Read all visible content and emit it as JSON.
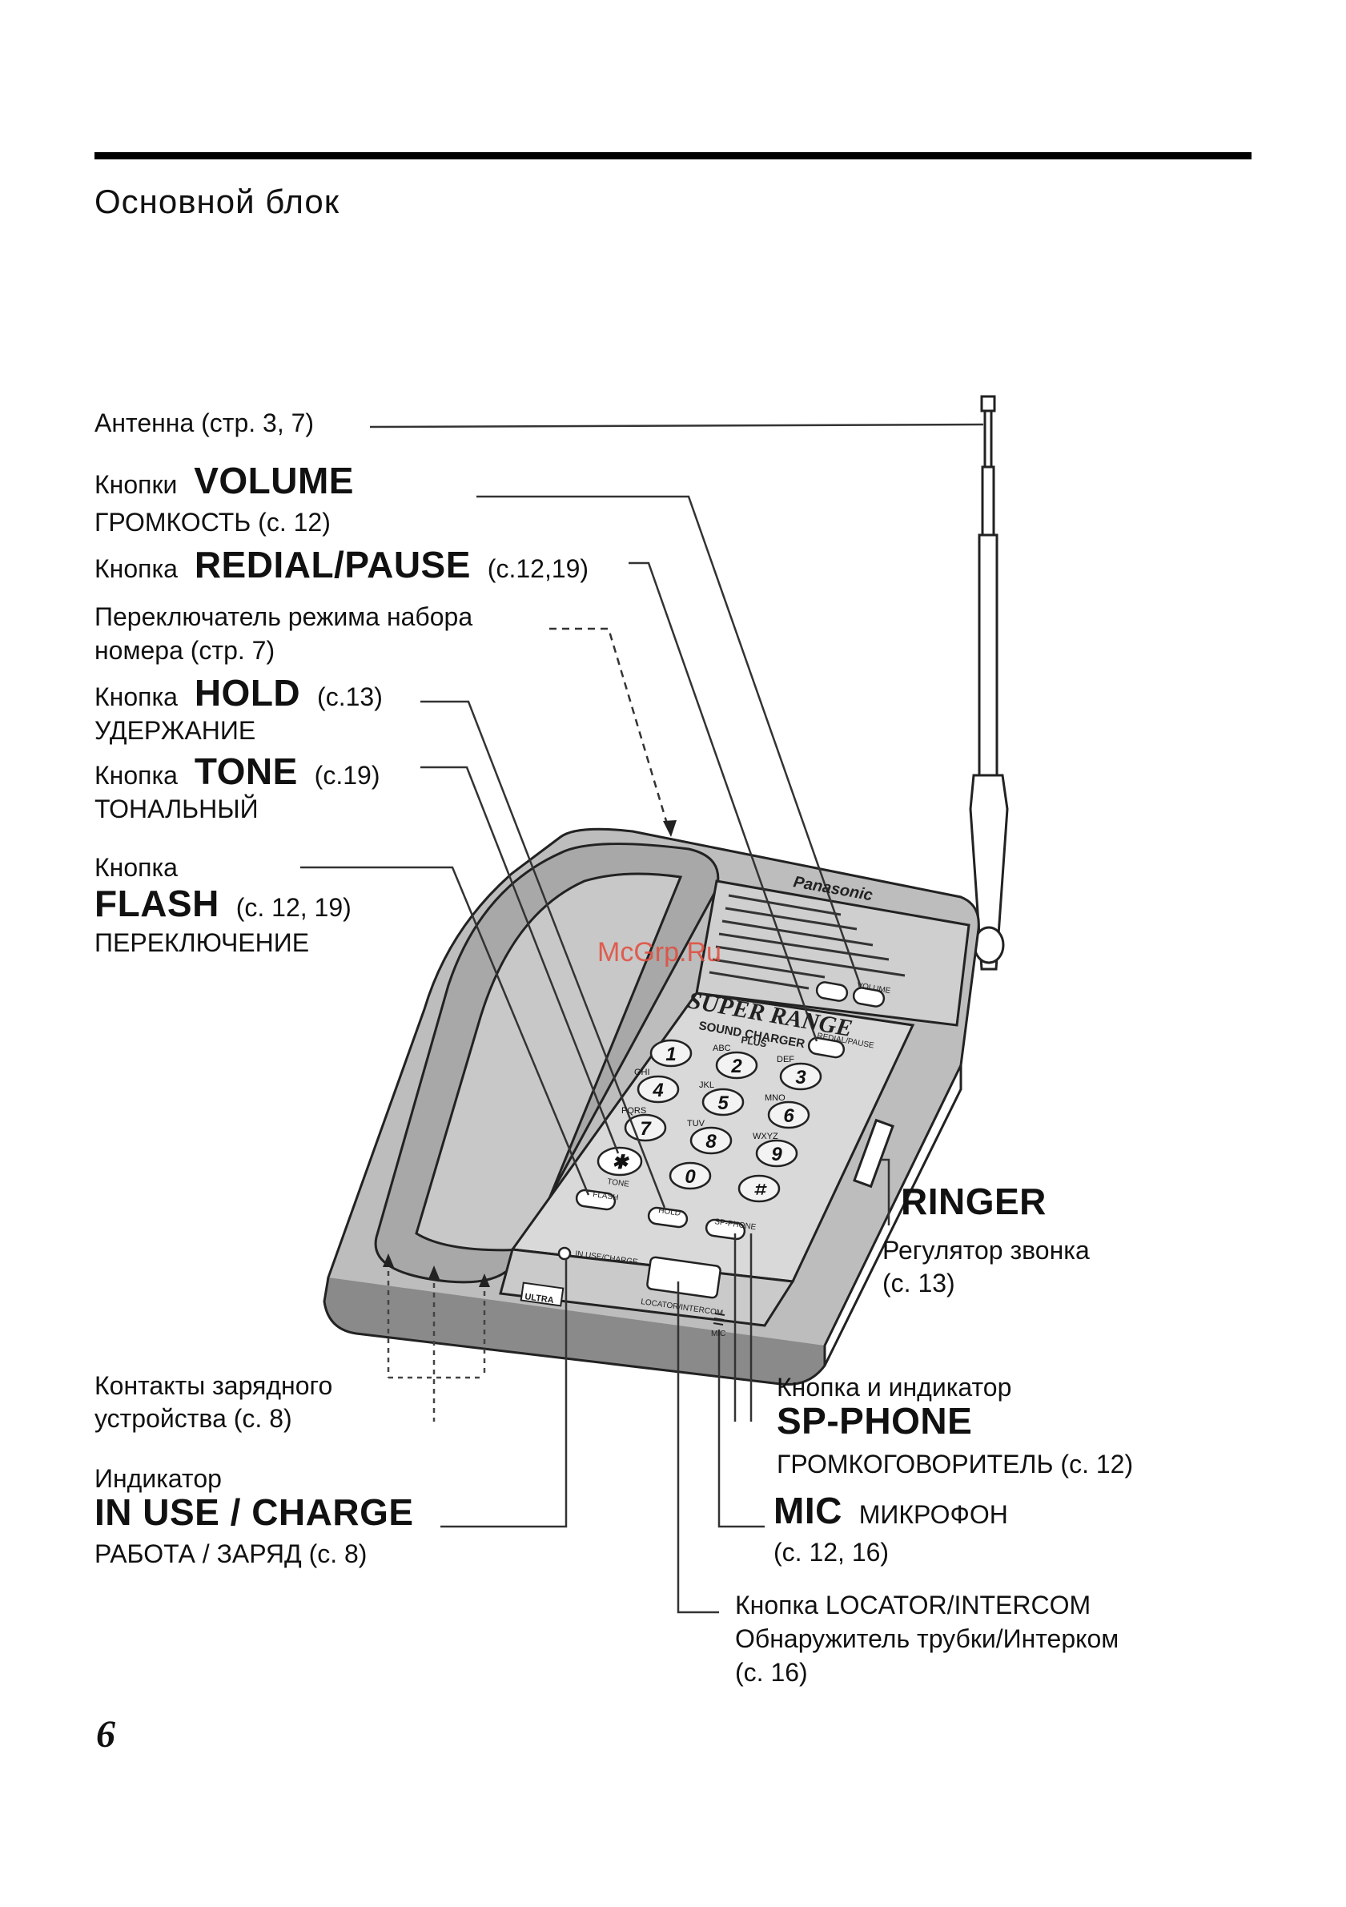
{
  "header": {
    "title": "Основной блок"
  },
  "labels": {
    "antenna": "Антенна (стр. 3, 7)",
    "volume_prefix": "Кнопки",
    "volume_bold": "VOLUME",
    "volume_sub": "ГРОМКОСТЬ (с. 12)",
    "redial_prefix": "Кнопка",
    "redial_bold": "REDIAL/PAUSE",
    "redial_ref": "(с.12,19)",
    "dial_mode_1": "Переключатель режима набора",
    "dial_mode_2": "номера (стр. 7)",
    "hold_prefix": "Кнопка",
    "hold_bold": "HOLD",
    "hold_ref": "(с.13)",
    "hold_sub": "УДЕРЖАНИЕ",
    "tone_prefix": "Кнопка",
    "tone_bold": "TONE",
    "tone_ref": "(с.19)",
    "tone_sub": "ТОНАЛЬНЫЙ",
    "flash_prefix": "Кнопка",
    "flash_bold": "FLASH",
    "flash_ref": "(с. 12, 19)",
    "flash_sub": "ПЕРЕКЛЮЧЕНИЕ",
    "ringer_bold": "RINGER",
    "ringer_sub1": "Регулятор звонка",
    "ringer_sub2": "(с. 13)",
    "charge_contacts_1": "Контакты зарядного",
    "charge_contacts_2": "устройства (с. 8)",
    "inuse_prefix": "Индикатор",
    "inuse_bold": "IN USE / CHARGE",
    "inuse_sub": "РАБОТА / ЗАРЯД (с. 8)",
    "spphone_prefix": "Кнопка и индикатор",
    "spphone_bold": "SP-PHONE",
    "spphone_sub": "ГРОМКОГОВОРИТЕЛЬ (с. 12)",
    "mic_bold": "MIC",
    "mic_sub": "МИКРОФОН",
    "mic_ref": "(с. 12, 16)",
    "locator_1": "Кнопка LOCATOR/INTERCOM",
    "locator_2": "Обнаружитель трубки/Интерком",
    "locator_3": "(с. 16)"
  },
  "device": {
    "brand": "Panasonic",
    "logo": "SUPER RANGE",
    "sub_logo": "SOUND CHARGER",
    "sub_logo2": "PLUS",
    "ultra_badge": "ULTRA",
    "volume_key": "VOLUME",
    "redial_key": "REDIAL/PAUSE",
    "tone_key": "TONE",
    "flash_key": "FLASH",
    "hold_key": "HOLD",
    "spphone_key": "SP-PHONE",
    "inuse_key": "IN USE/CHARGE",
    "locator_key": "LOCATOR/INTERCOM",
    "mic_key": "MIC",
    "keys": [
      {
        "d": "1",
        "l": ""
      },
      {
        "d": "2",
        "l": "ABC"
      },
      {
        "d": "3",
        "l": "DEF"
      },
      {
        "d": "4",
        "l": "GHI"
      },
      {
        "d": "5",
        "l": "JKL"
      },
      {
        "d": "6",
        "l": "MNO"
      },
      {
        "d": "7",
        "l": "PQRS"
      },
      {
        "d": "8",
        "l": "TUV"
      },
      {
        "d": "9",
        "l": "WXYZ"
      },
      {
        "d": "✱",
        "l": ""
      },
      {
        "d": "0",
        "l": ""
      },
      {
        "d": "⌗",
        "l": ""
      }
    ]
  },
  "watermark": "McGrp.Ru",
  "page_number": "6"
}
